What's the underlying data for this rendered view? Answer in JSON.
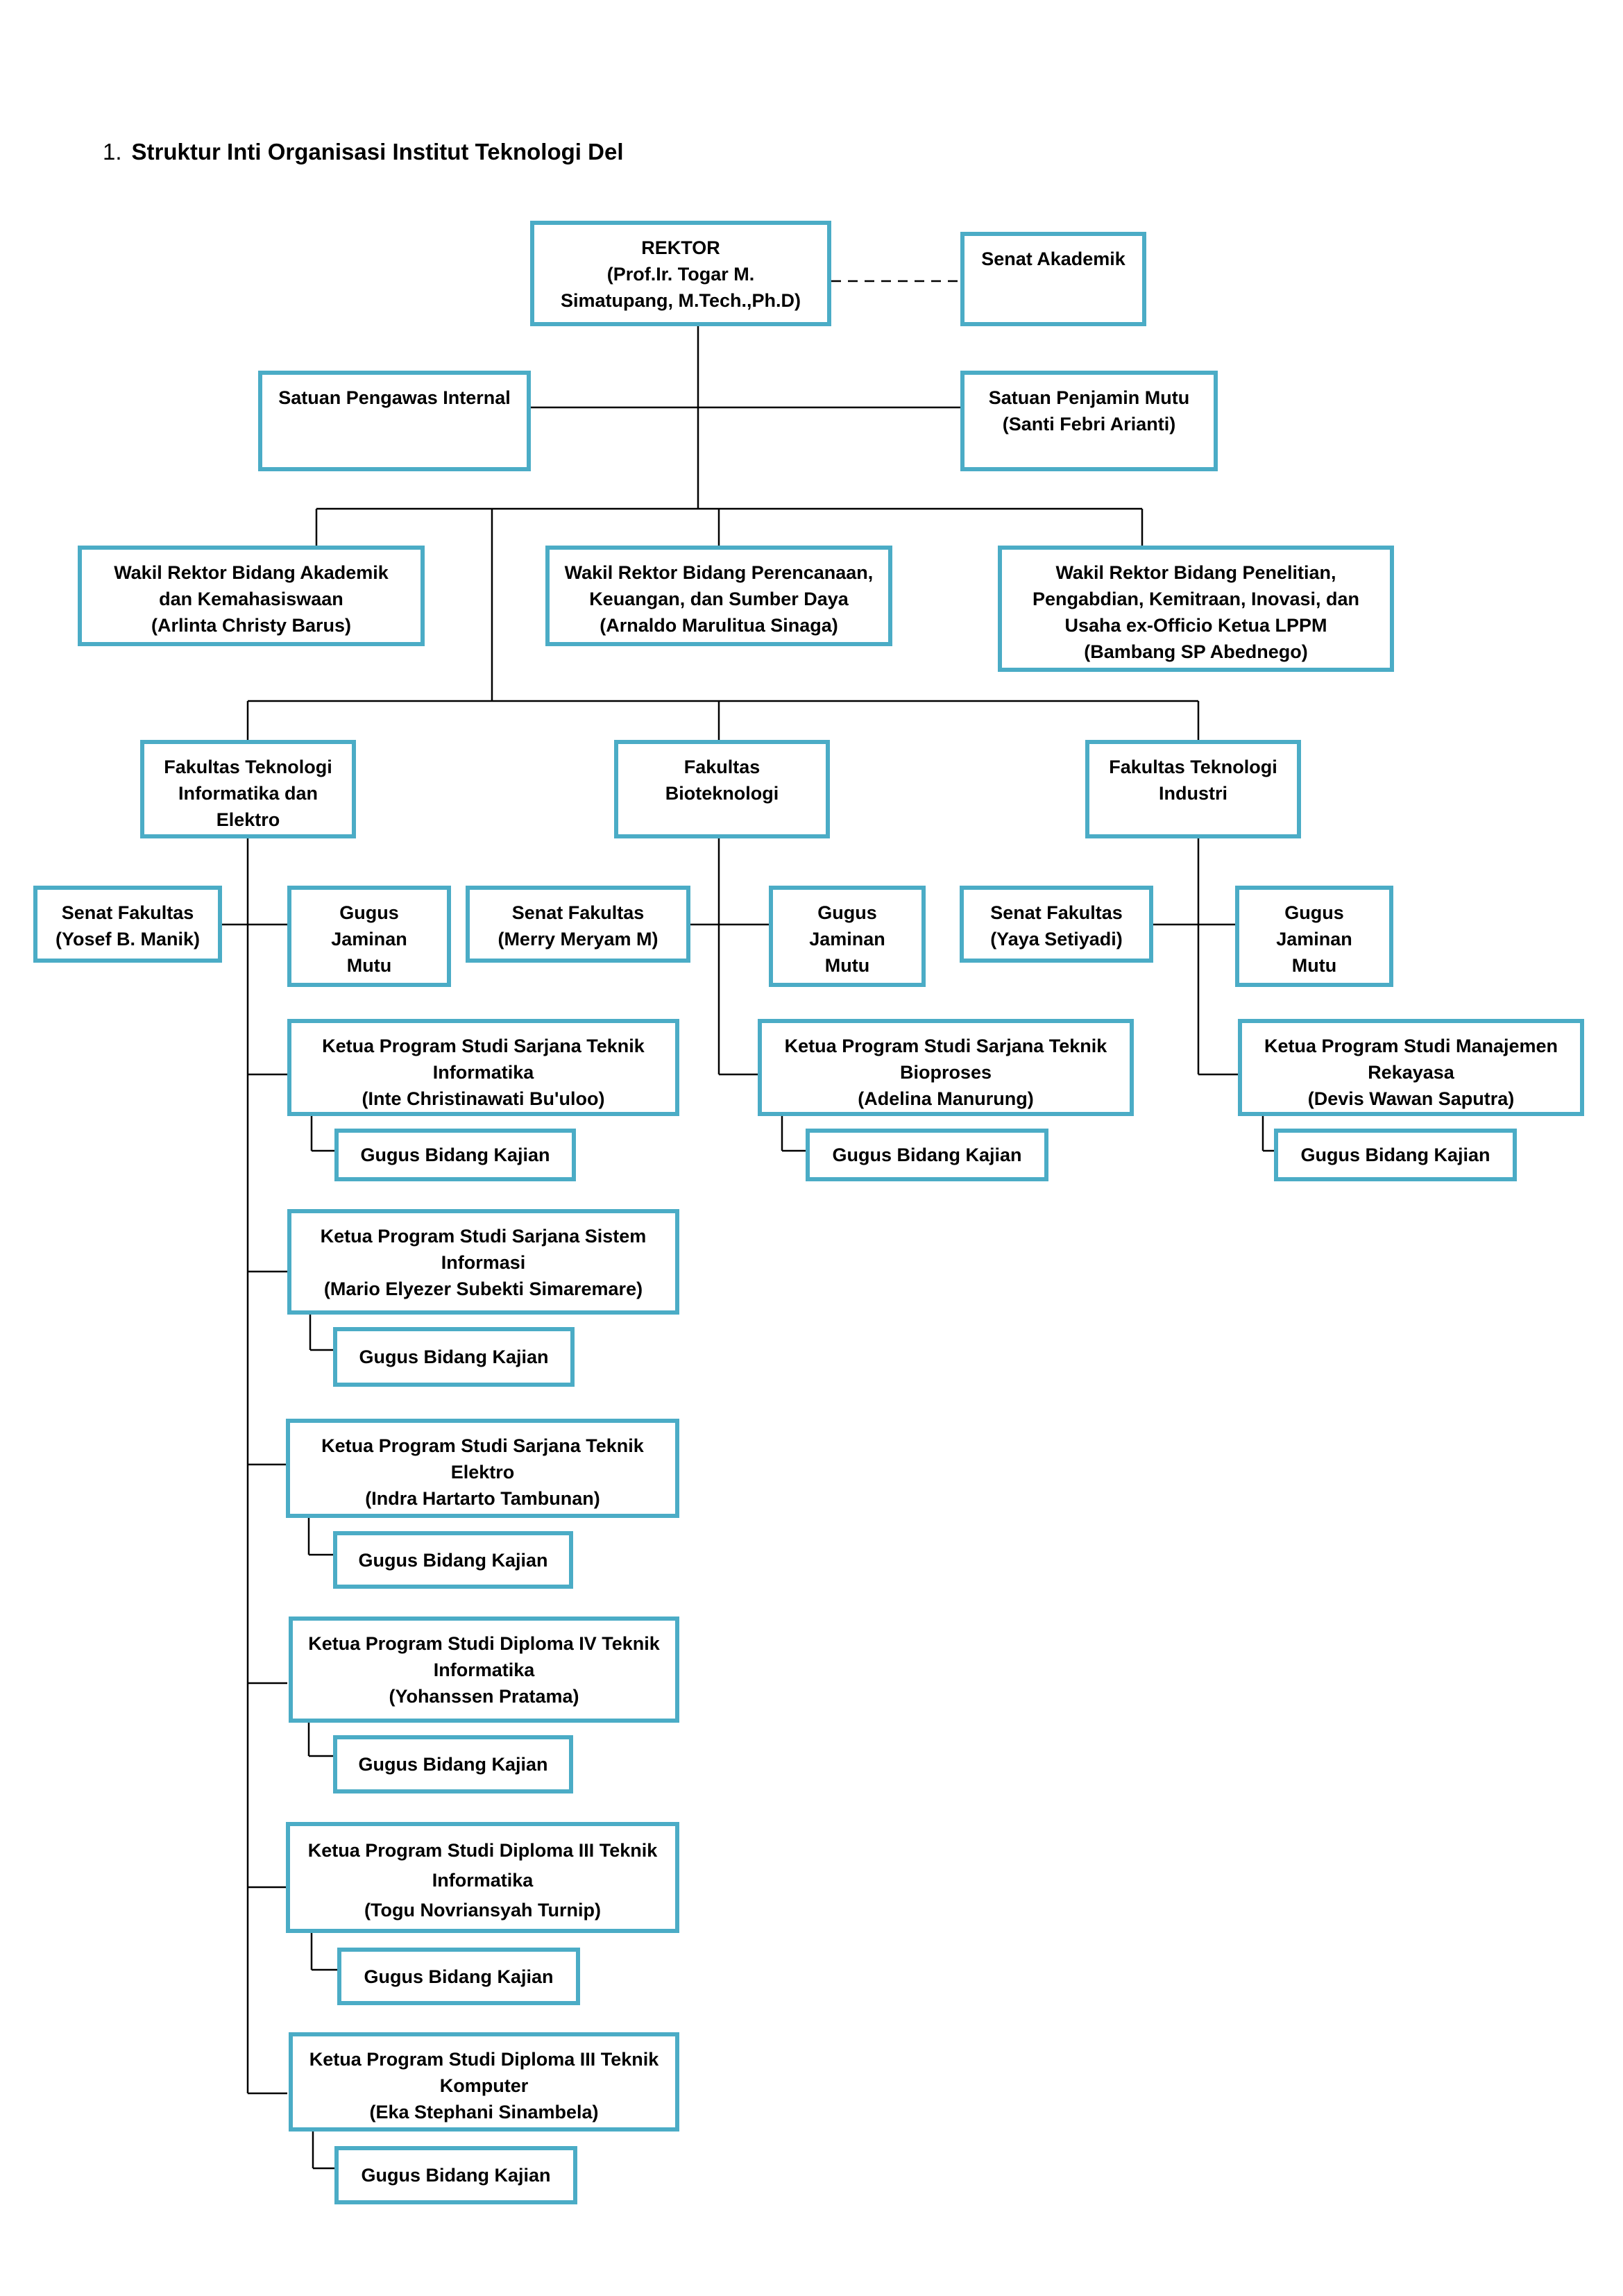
{
  "heading": {
    "number": "1.",
    "text": "Struktur Inti Organisasi Institut Teknologi Del"
  },
  "nodes": {
    "rektor": "REKTOR\n(Prof.Ir. Togar M.\nSimatupang, M.Tech.,Ph.D)",
    "senat_akademik": "Senat Akademik",
    "spi": "Satuan Pengawas Internal",
    "spm": "Satuan Penjamin Mutu\n(Santi Febri Arianti)",
    "wr1": "Wakil Rektor Bidang Akademik\ndan Kemahasiswaan\n(Arlinta Christy Barus)",
    "wr2": "Wakil Rektor Bidang Perencanaan,\nKeuangan, dan Sumber Daya\n(Arnaldo Marulitua Sinaga)",
    "wr3": "Wakil Rektor Bidang Penelitian,\nPengabdian, Kemitraan, Inovasi, dan\nUsaha ex-Officio Ketua LPPM\n(Bambang SP Abednego)",
    "fite": "Fakultas Teknologi\nInformatika dan\nElektro",
    "fb": "Fakultas\nBioteknologi",
    "fti": "Fakultas Teknologi\nIndustri",
    "senat_fite": "Senat Fakultas\n(Yosef B. Manik)",
    "gjm_fite": "Gugus\nJaminan\nMutu",
    "senat_fb": "Senat Fakultas\n(Merry  Meryam M)",
    "gjm_fb": "Gugus\nJaminan\nMutu",
    "senat_fti": "Senat Fakultas\n(Yaya Setiyadi)",
    "gjm_fti": "Gugus\nJaminan\nMutu",
    "kp_if": "Ketua Program Studi Sarjana Teknik\nInformatika\n(Inte Christinawati Bu'uloo)",
    "kp_si": "Ketua Program Studi Sarjana Sistem\nInformasi\n(Mario Elyezer Subekti Simaremare)",
    "kp_te": "Ketua Program Studi Sarjana Teknik\nElektro\n(Indra Hartarto Tambunan)",
    "kp_d4": "Ketua Program Studi Diploma IV Teknik\nInformatika\n(Yohanssen Pratama)",
    "kp_d3if": "Ketua Program Studi Diploma III Teknik\nInformatika\n(Togu Novriansyah Turnip)",
    "kp_d3tk": "Ketua Program Studi Diploma III Teknik\nKomputer\n(Eka Stephani Sinambela)",
    "kp_bp": "Ketua Program Studi Sarjana Teknik\nBioproses\n(Adelina Manurung)",
    "kp_mr": "Ketua Program Studi Manajemen\nRekayasa\n(Devis Wawan Saputra)",
    "gbk": "Gugus Bidang Kajian"
  }
}
